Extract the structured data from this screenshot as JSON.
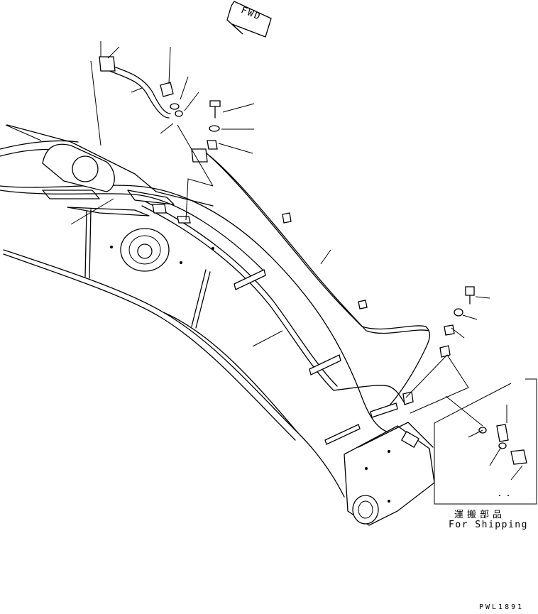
{
  "labels": {
    "fwd": "FWD",
    "shipping_jp": "運搬部品",
    "shipping_en": "For Shipping",
    "drawing_code": "PWL1891"
  },
  "colors": {
    "line": "#000000",
    "background": "#ffffff"
  }
}
